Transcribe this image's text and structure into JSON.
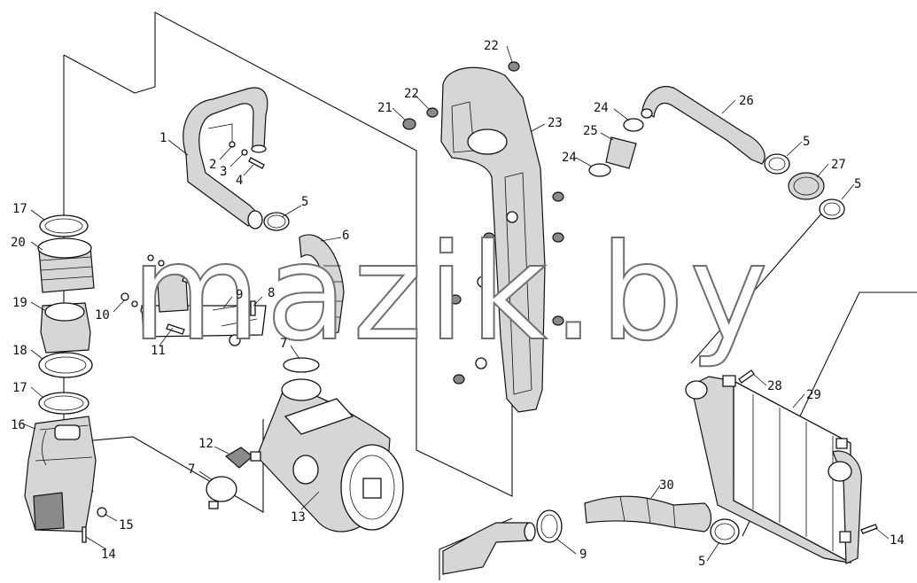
{
  "watermark": {
    "text": "mazik.by"
  },
  "callouts": [
    {
      "id": "c1",
      "num": "1"
    },
    {
      "id": "c2",
      "num": "2"
    },
    {
      "id": "c3",
      "num": "3"
    },
    {
      "id": "c4",
      "num": "4"
    },
    {
      "id": "c5a",
      "num": "5"
    },
    {
      "id": "c6",
      "num": "6"
    },
    {
      "id": "c7a",
      "num": "7"
    },
    {
      "id": "c8",
      "num": "8"
    },
    {
      "id": "c9a",
      "num": "9"
    },
    {
      "id": "c10",
      "num": "10"
    },
    {
      "id": "c11",
      "num": "11"
    },
    {
      "id": "c12",
      "num": "12"
    },
    {
      "id": "c13",
      "num": "13"
    },
    {
      "id": "c14a",
      "num": "14"
    },
    {
      "id": "c15",
      "num": "15"
    },
    {
      "id": "c16",
      "num": "16"
    },
    {
      "id": "c17a",
      "num": "17"
    },
    {
      "id": "c18",
      "num": "18"
    },
    {
      "id": "c19",
      "num": "19"
    },
    {
      "id": "c20",
      "num": "20"
    },
    {
      "id": "c17b",
      "num": "17"
    },
    {
      "id": "c7b",
      "num": "7"
    },
    {
      "id": "c21",
      "num": "21"
    },
    {
      "id": "c22a",
      "num": "22"
    },
    {
      "id": "c22b",
      "num": "22"
    },
    {
      "id": "c23",
      "num": "23"
    },
    {
      "id": "c24a",
      "num": "24"
    },
    {
      "id": "c25",
      "num": "25"
    },
    {
      "id": "c24b",
      "num": "24"
    },
    {
      "id": "c26",
      "num": "26"
    },
    {
      "id": "c5b",
      "num": "5"
    },
    {
      "id": "c27",
      "num": "27"
    },
    {
      "id": "c5c",
      "num": "5"
    },
    {
      "id": "c28",
      "num": "28"
    },
    {
      "id": "c29",
      "num": "29"
    },
    {
      "id": "c30",
      "num": "30"
    },
    {
      "id": "c9b",
      "num": "9"
    },
    {
      "id": "c5d",
      "num": "5"
    },
    {
      "id": "c14b",
      "num": "14"
    }
  ]
}
